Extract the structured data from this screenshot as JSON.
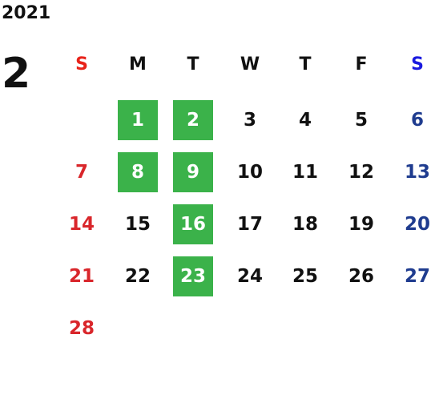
{
  "calendar": {
    "year": "2021",
    "month": "2",
    "weekdays": [
      "S",
      "M",
      "T",
      "W",
      "T",
      "F",
      "S"
    ],
    "weeks": [
      [
        "",
        "1",
        "2",
        "3",
        "4",
        "5",
        "6"
      ],
      [
        "7",
        "8",
        "9",
        "10",
        "11",
        "12",
        "13"
      ],
      [
        "14",
        "15",
        "16",
        "17",
        "18",
        "19",
        "20"
      ],
      [
        "21",
        "22",
        "23",
        "24",
        "25",
        "26",
        "27"
      ],
      [
        "28",
        "",
        "",
        "",
        "",
        "",
        ""
      ]
    ],
    "highlighted_days": [
      "1",
      "2",
      "8",
      "9",
      "16",
      "23"
    ]
  },
  "colors": {
    "sunday_header": "#e8231a",
    "saturday_header": "#1a1adf",
    "sunday_day": "#d9262b",
    "saturday_day": "#1f3c8f",
    "weekday_text": "#111111",
    "highlight_bg": "#3bb24a",
    "highlight_text": "#ffffff"
  }
}
